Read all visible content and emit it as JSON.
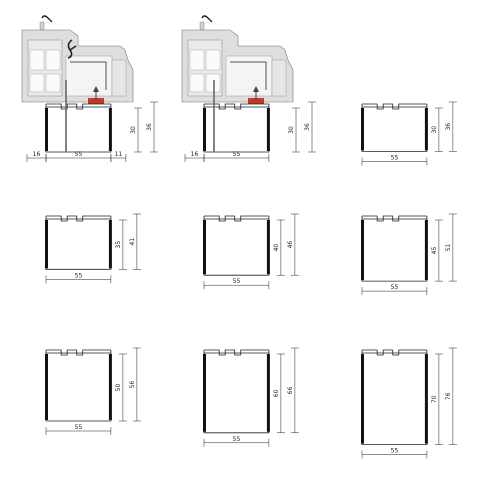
{
  "detail_1": {
    "width": "55",
    "height_inner": "30",
    "height_outer": "36",
    "left_offset": "16",
    "right_offset": "11"
  },
  "detail_2": {
    "width": "55",
    "height_inner": "30",
    "height_outer": "36",
    "left_offset": "16"
  },
  "profiles": [
    {
      "width": "55",
      "height_inner": "30",
      "height_outer": "36"
    },
    {
      "width": "55",
      "height_inner": "35",
      "height_outer": "41"
    },
    {
      "width": "55",
      "height_inner": "40",
      "height_outer": "46"
    },
    {
      "width": "55",
      "height_inner": "45",
      "height_outer": "51"
    },
    {
      "width": "55",
      "height_inner": "50",
      "height_outer": "56"
    },
    {
      "width": "55",
      "height_inner": "60",
      "height_outer": "66"
    },
    {
      "width": "55",
      "height_inner": "70",
      "height_outer": "76"
    }
  ],
  "colors": {
    "line": "#222222",
    "window_frame": "#d9d9d9",
    "gasket": "#c0392b"
  }
}
